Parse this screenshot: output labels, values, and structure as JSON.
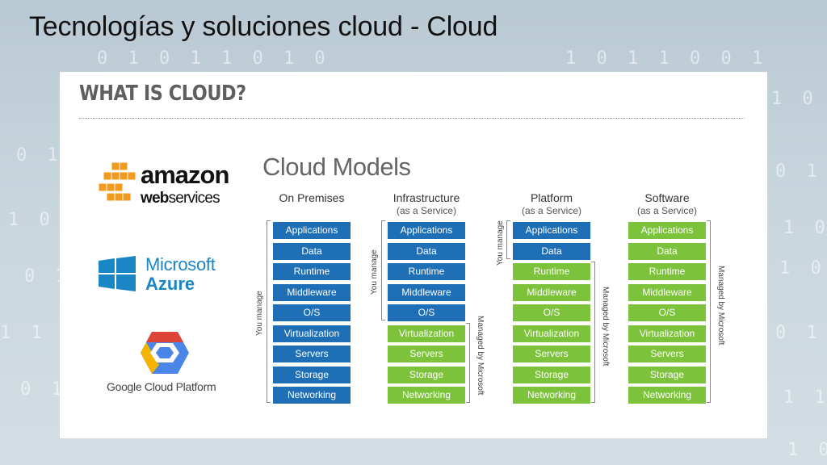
{
  "slide": {
    "title": "Tecnologías y soluciones cloud - Cloud"
  },
  "panel": {
    "heading": "WHAT IS CLOUD?",
    "logos": {
      "aws": {
        "line1": "amazon",
        "line2_bold": "web",
        "line2_rest": "services",
        "color": "#f29a1e"
      },
      "azure": {
        "line1": "Microsoft",
        "line2": "Azure",
        "color": "#1b86c6"
      },
      "gcp": {
        "text": "Google Cloud Platform"
      }
    },
    "diagram": {
      "title": "Cloud Models",
      "columns": [
        {
          "title": "On Premises",
          "subtitle": "",
          "you_manage": "You manage",
          "managed_by": ""
        },
        {
          "title": "Infrastructure",
          "subtitle": "(as a Service)",
          "you_manage": "You manage",
          "managed_by": "Managed by Microsoft"
        },
        {
          "title": "Platform",
          "subtitle": "(as a Service)",
          "you_manage": "You manage",
          "managed_by": "Managed by Microsoft"
        },
        {
          "title": "Software",
          "subtitle": "(as a Service)",
          "you_manage": "",
          "managed_by": "Managed by Microsoft"
        }
      ],
      "layers": [
        "Applications",
        "Data",
        "Runtime",
        "Middleware",
        "O/S",
        "Virtualization",
        "Servers",
        "Storage",
        "Networking"
      ],
      "colors": {
        "you_manage": "#1f6fb6",
        "managed": "#7dc23b"
      }
    }
  }
}
